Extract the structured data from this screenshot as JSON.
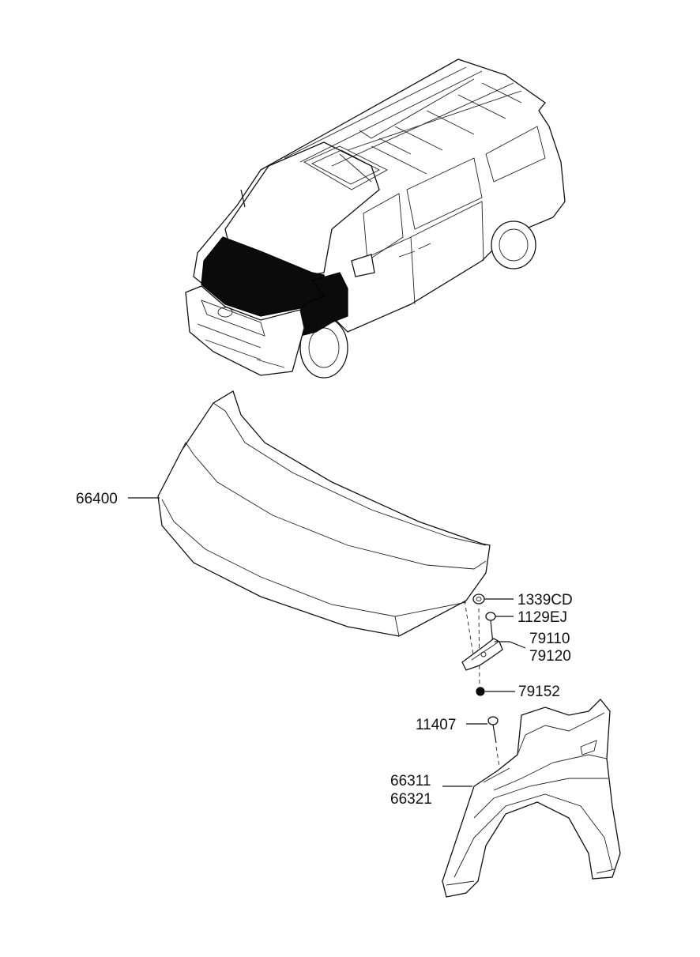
{
  "parts": {
    "p66400": "66400",
    "p1339CD": "1339CD",
    "p1129EJ": "1129EJ",
    "p79110": "79110",
    "p79120": "79120",
    "p79152": "79152",
    "p11407": "11407",
    "p66311": "66311",
    "p66321": "66321"
  },
  "colors": {
    "line": "#111111",
    "highlight": "#0b0b0b",
    "background": "#ffffff"
  }
}
